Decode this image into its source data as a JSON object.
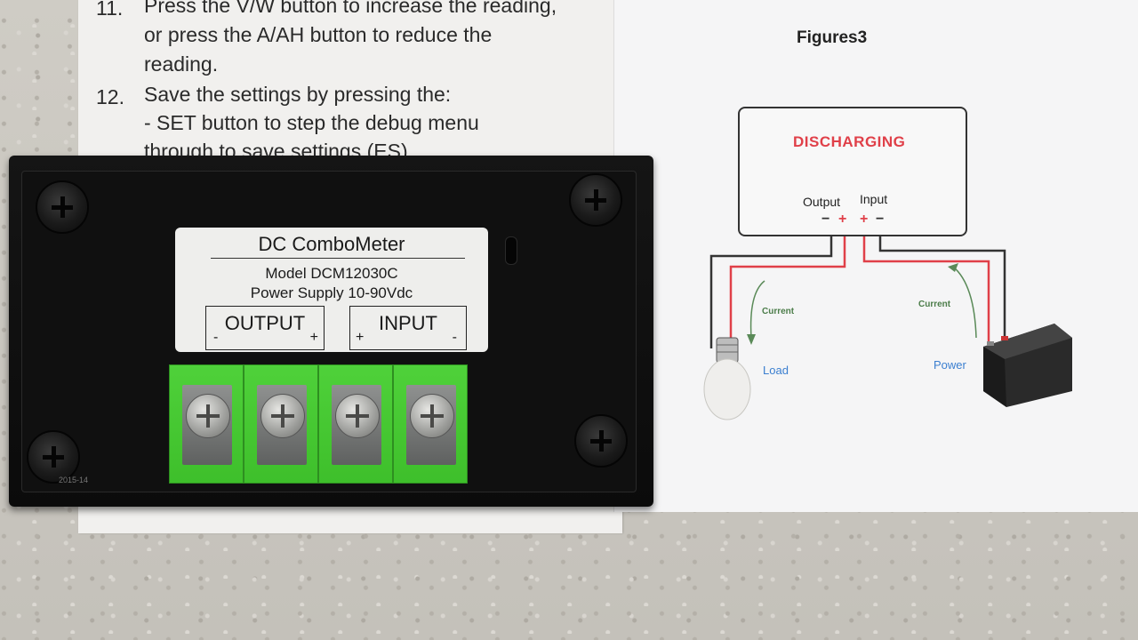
{
  "manual": {
    "step11": {
      "number": "11.",
      "line1": "Press the V/W button to increase the reading,",
      "line2": "or press the A/AH button to reduce the",
      "line3": "reading."
    },
    "step12": {
      "number": "12.",
      "line1": "Save the settings by pressing the:",
      "line2": "- SET button to step the debug menu",
      "line3": "through to save settings (ES)"
    }
  },
  "figure": {
    "title": "Figures3",
    "box_text": "DISCHARGING",
    "output_label": "Output",
    "input_label": "Input",
    "output_minus": "−",
    "output_plus": "+",
    "input_plus": "+",
    "input_minus": "−",
    "current_left": "Current",
    "current_right": "Current",
    "load_label": "Load",
    "power_label": "Power",
    "colors": {
      "positive": "#e04049",
      "negative": "#333333",
      "blue_label": "#3b7fd0",
      "box_title": "#e04049"
    }
  },
  "device": {
    "label_title": "DC ComboMeter",
    "model": "Model DCM12030C",
    "supply": "Power Supply 10-90Vdc",
    "output_name": "OUTPUT",
    "output_minus": "-",
    "output_plus": "+",
    "input_name": "INPUT",
    "input_plus": "+",
    "input_minus": "-",
    "date_code": "2015-14",
    "colors": {
      "terminal_green": "#4fd13a",
      "case": "#111111",
      "label_bg": "#eeeeec"
    }
  }
}
